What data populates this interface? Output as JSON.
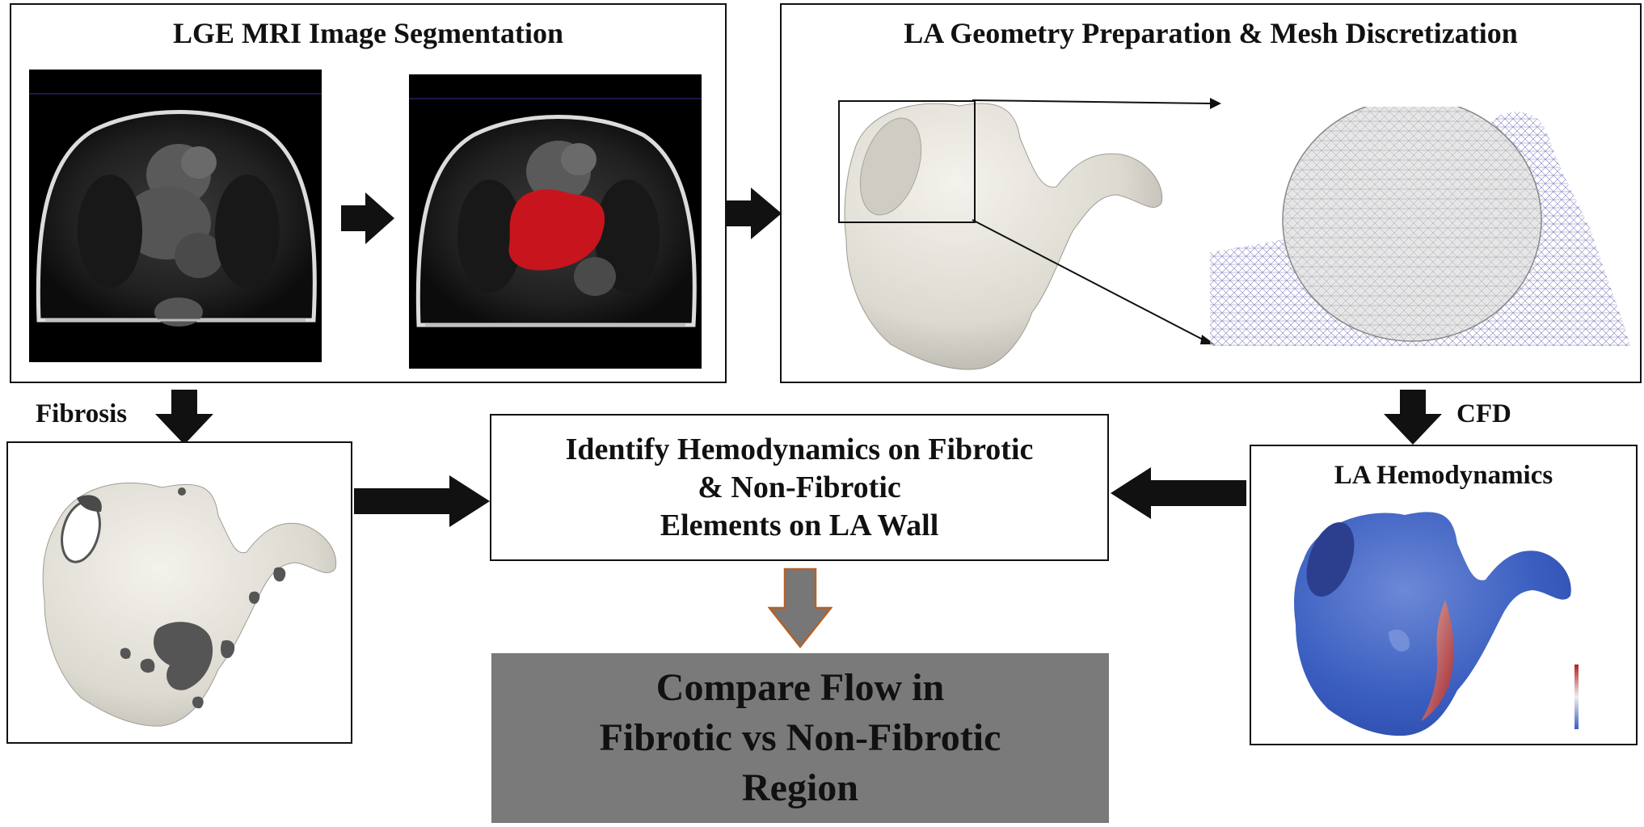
{
  "panels": {
    "segmentation": {
      "title": "LGE MRI Image Segmentation"
    },
    "geometry": {
      "title": "LA Geometry Preparation & Mesh Discretization"
    },
    "hemodynamics": {
      "title": "LA Hemodynamics"
    }
  },
  "labels": {
    "fibrosis": "Fibrosis",
    "cfd": "CFD"
  },
  "center": {
    "line1": "Identify Hemodynamics on Fibrotic",
    "line2": "& Non-Fibrotic",
    "line3": "Elements on LA Wall"
  },
  "result": {
    "line1": "Compare Flow in",
    "line2": "Fibrotic vs Non-Fibrotic",
    "line3": "Region"
  },
  "colors": {
    "segmentation_mask": "#c8141c",
    "result_box": "#7a7a7a",
    "down_arrow_fill": "#777777",
    "down_arrow_stroke": "#b5602a",
    "mesh_blue": "#1a1a8c",
    "heat_blue": "#3a5ec0",
    "heat_red": "#b02020"
  }
}
